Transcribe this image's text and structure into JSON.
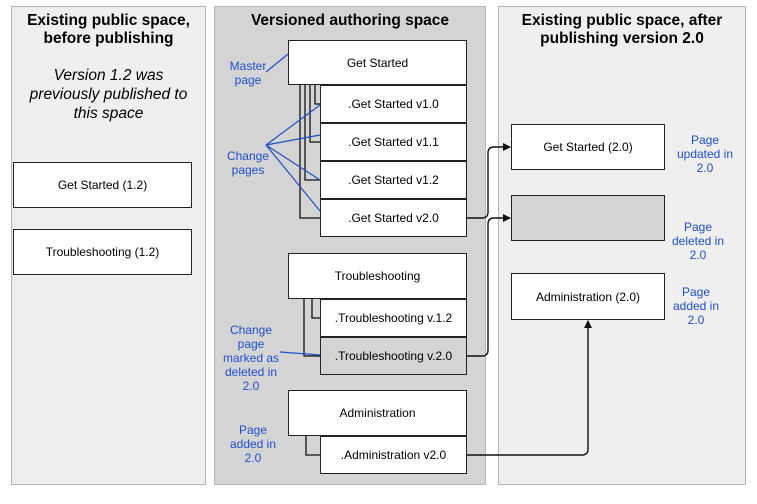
{
  "panels": {
    "left": {
      "title": "Existing public space,\nbefore publishing",
      "intro": "Version 1.2 was\npreviously published to\nthis space",
      "pages": [
        "Get Started (1.2)",
        "Troubleshooting (1.2)"
      ]
    },
    "center": {
      "title": "Versioned authoring space",
      "groups": {
        "get_started": {
          "master": "Get Started",
          "children": [
            ".Get Started v1.0",
            ".Get Started v1.1",
            ".Get Started v1.2",
            ".Get Started v2.0"
          ]
        },
        "troubleshooting": {
          "master": "Troubleshooting",
          "children": [
            ".Troubleshooting v.1.2",
            ".Troubleshooting v.2.0"
          ]
        },
        "administration": {
          "master": "Administration",
          "children": [
            ".Administration v2.0"
          ]
        }
      },
      "notes": {
        "master_page": "Master\npage",
        "change_pages": "Change\npages",
        "change_deleted": "Change\npage\nmarked as\ndeleted in\n2.0",
        "page_added": "Page\nadded in\n2.0"
      }
    },
    "right": {
      "title": "Existing public space, after\npublishing version 2.0",
      "pages": [
        "Get Started (2.0)",
        "",
        "Administration (2.0)"
      ],
      "notes": {
        "updated": "Page\nupdated in\n2.0",
        "deleted": "Page\ndeleted in\n2.0",
        "added": "Page\nadded in\n2.0"
      }
    }
  },
  "colors": {
    "annotation": "#1f4fcf",
    "panel_outer": "#efefef",
    "panel_center": "#d4d4d4",
    "deleted_box": "#d4d4d4"
  }
}
